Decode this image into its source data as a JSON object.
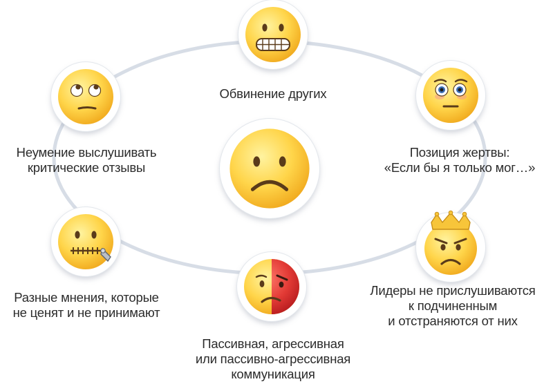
{
  "colors": {
    "ring": "#d7dde6",
    "face_yellow": "#ffd54a",
    "face_edge": "#e8a317",
    "feature": "#5a3b1a",
    "angry_red": "#d8262a",
    "crown_gold": "#f7c53a"
  },
  "center": {
    "icon": "sad-face-icon"
  },
  "nodes": [
    {
      "id": "blame",
      "icon": "grimacing-face-icon",
      "lines": [
        "Обвинение других"
      ]
    },
    {
      "id": "victim",
      "icon": "wide-eyed-face-icon",
      "lines": [
        "Позиция жертвы:",
        "«Если бы я только мог…»"
      ]
    },
    {
      "id": "leaders",
      "icon": "crowned-angry-face-icon",
      "lines": [
        "Лидеры не прислушиваются",
        "к подчиненным",
        "и отстраняются от них"
      ]
    },
    {
      "id": "communication",
      "icon": "half-angry-face-icon",
      "lines": [
        "Пассивная, агрессивная",
        "или пассивно-агрессивная",
        "коммуникация"
      ]
    },
    {
      "id": "opinions",
      "icon": "zipper-mouth-face-icon",
      "lines": [
        "Разные мнения, которые",
        "не ценят и не принимают"
      ]
    },
    {
      "id": "listening",
      "icon": "eye-roll-face-icon",
      "lines": [
        "Неумение выслушивать",
        "критические отзывы"
      ]
    }
  ]
}
